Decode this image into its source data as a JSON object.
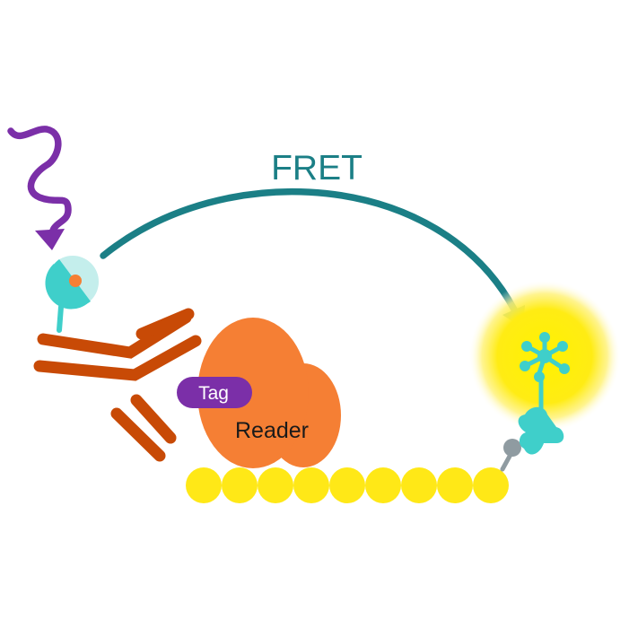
{
  "labels": {
    "fret": "FRET",
    "tag": "Tag",
    "reader": "Reader"
  },
  "colors": {
    "teal": "#1b7f86",
    "cyan": "#3fcfca",
    "light_cyan": "#c4eeec",
    "purple": "#7b2fa8",
    "antibody_orange": "#c84a06",
    "reader_orange": "#f57f34",
    "bead_yellow": "#ffe817",
    "glow_yellow": "#ffec14",
    "linker_gray": "#8f9ba1"
  },
  "bead_chain": {
    "count": 9
  }
}
